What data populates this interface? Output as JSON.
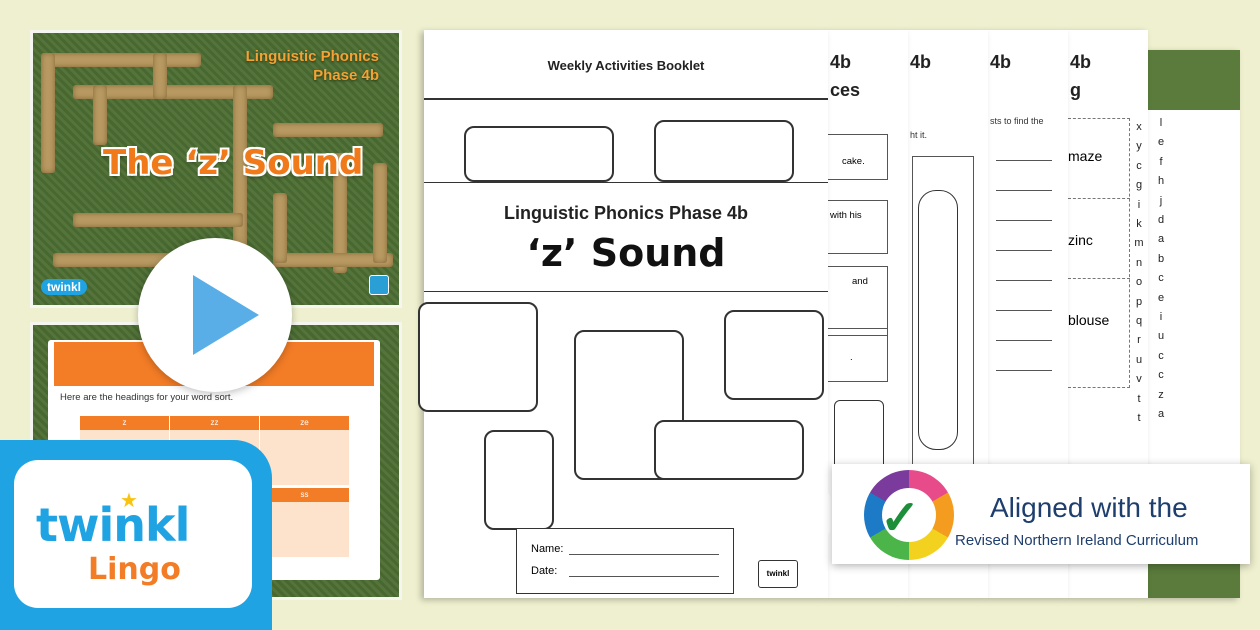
{
  "slide1": {
    "heading_line1": "Linguistic Phonics",
    "heading_line2": "Phase 4b",
    "title": "The ‘z’ Sound",
    "logo": "twinkl"
  },
  "slide2": {
    "instruction": "Here are the headings for your word sort.",
    "headings": [
      "z",
      "zz",
      "ze"
    ],
    "headings_row2": [
      "ss"
    ]
  },
  "play_icon": "play-icon",
  "brand": {
    "twinkl": "twinkl",
    "lingo": "Lingo",
    "colors": {
      "blue": "#1fa3e3",
      "orange": "#f37c26"
    }
  },
  "cover": {
    "booklet_label": "Weekly Activities Booklet",
    "subtitle": "Linguistic Phonics Phase 4b",
    "title": "‘z’ Sound",
    "name_label": "Name:",
    "date_label": "Date:",
    "footer_logo": "twinkl"
  },
  "page2": {
    "heading_a": "4b",
    "heading_b": "ces",
    "blanks": [
      "cake.",
      "with his",
      "and",
      "."
    ]
  },
  "page3": {
    "heading_a": "4b",
    "instruction": "ht it."
  },
  "page4": {
    "heading_a": "4b",
    "instruction": "sts to find the"
  },
  "page5": {
    "heading_a": "4b",
    "heading_b": "g",
    "words": [
      "maze",
      "zinc",
      "blouse"
    ],
    "letters": [
      "x",
      "y",
      "c",
      "g",
      "i",
      "k",
      "m",
      "n",
      "o",
      "p",
      "q",
      "r",
      "u",
      "v",
      "t",
      "t"
    ]
  },
  "page6": {
    "letters": [
      "l",
      "e",
      "f",
      "h",
      "j",
      "d",
      "a",
      "b",
      "c",
      "e",
      "i",
      "u",
      "c",
      "c",
      "z",
      "a"
    ]
  },
  "aligned": {
    "line1": "Aligned with the",
    "line2": "Revised Northern Ireland Curriculum"
  }
}
